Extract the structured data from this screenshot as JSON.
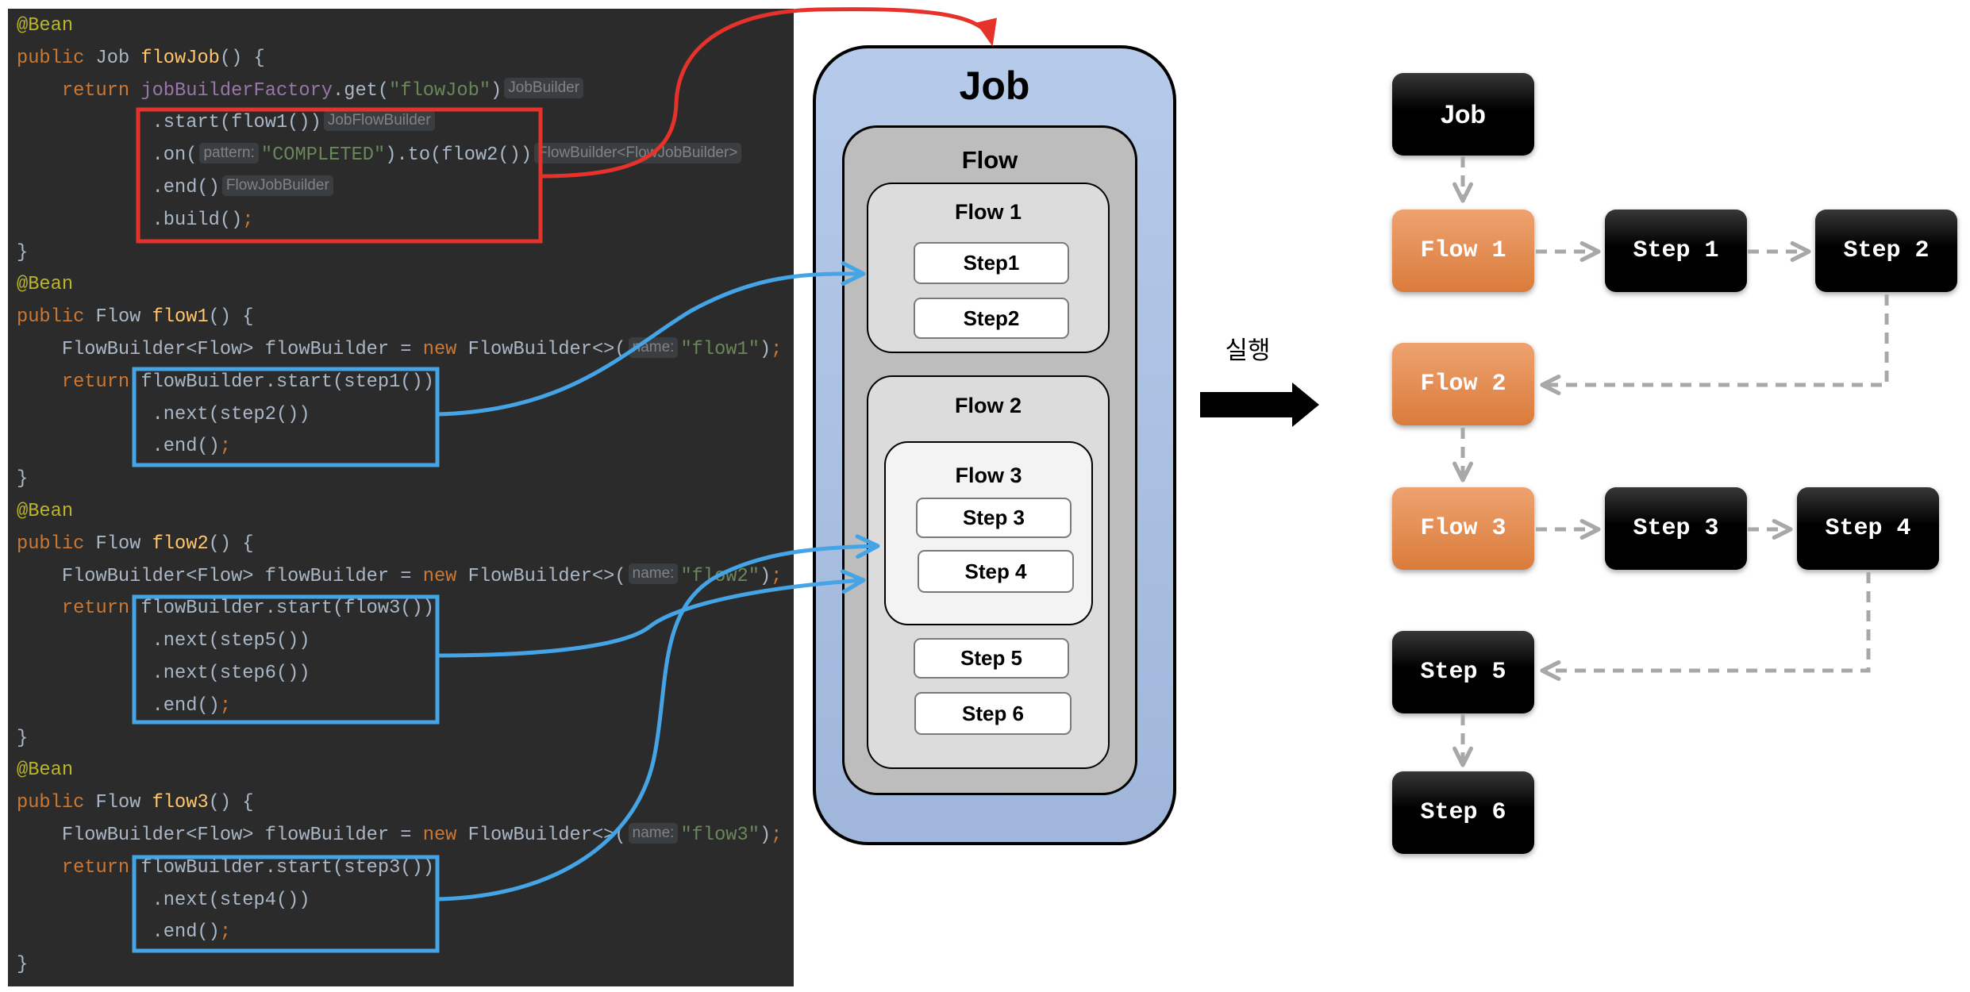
{
  "code": {
    "lines": [
      [
        {
          "t": "@Bean",
          "c": "#bbb529"
        }
      ],
      [
        {
          "t": "public",
          "c": "#cc7832"
        },
        {
          "t": " Job ",
          "c": "#a9b7c6"
        },
        {
          "t": "flowJob",
          "c": "#ffc66d"
        },
        {
          "t": "() {",
          "c": "#a9b7c6"
        }
      ],
      [
        {
          "t": "    ",
          "c": "#a9b7c6"
        },
        {
          "t": "return",
          "c": "#cc7832"
        },
        {
          "t": " ",
          "c": "#a9b7c6"
        },
        {
          "t": "jobBuilderFactory",
          "c": "#9876aa"
        },
        {
          "t": ".get(",
          "c": "#a9b7c6"
        },
        {
          "t": "\"flowJob\"",
          "c": "#6a8759"
        },
        {
          "t": ")",
          "c": "#a9b7c6"
        },
        {
          "t": "JobBuilder",
          "hint": true
        }
      ],
      [
        {
          "t": "            .start(flow1())",
          "c": "#a9b7c6"
        },
        {
          "t": "JobFlowBuilder",
          "hint": true
        }
      ],
      [
        {
          "t": "            .on(",
          "c": "#a9b7c6"
        },
        {
          "t": "pattern:",
          "hint": true
        },
        {
          "t": "\"COMPLETED\"",
          "c": "#6a8759"
        },
        {
          "t": ").to(flow2())",
          "c": "#a9b7c6"
        },
        {
          "t": "FlowBuilder<FlowJobBuilder>",
          "hint": true
        }
      ],
      [
        {
          "t": "            .end()",
          "c": "#a9b7c6"
        },
        {
          "t": "FlowJobBuilder",
          "hint": true
        }
      ],
      [
        {
          "t": "            .build()",
          "c": "#a9b7c6"
        },
        {
          "t": ";",
          "c": "#cc7832"
        }
      ],
      [
        {
          "t": "}",
          "c": "#a9b7c6"
        }
      ],
      [
        {
          "t": "@Bean",
          "c": "#bbb529"
        }
      ],
      [
        {
          "t": "public",
          "c": "#cc7832"
        },
        {
          "t": " Flow ",
          "c": "#a9b7c6"
        },
        {
          "t": "flow1",
          "c": "#ffc66d"
        },
        {
          "t": "() {",
          "c": "#a9b7c6"
        }
      ],
      [
        {
          "t": "    FlowBuilder<Flow> flowBuilder = ",
          "c": "#a9b7c6"
        },
        {
          "t": "new",
          "c": "#cc7832"
        },
        {
          "t": " FlowBuilder<>(",
          "c": "#a9b7c6"
        },
        {
          "t": "name:",
          "hint": true
        },
        {
          "t": "\"flow1\"",
          "c": "#6a8759"
        },
        {
          "t": ")",
          "c": "#a9b7c6"
        },
        {
          "t": ";",
          "c": "#cc7832"
        }
      ],
      [
        {
          "t": "    ",
          "c": "#a9b7c6"
        },
        {
          "t": "return",
          "c": "#cc7832"
        },
        {
          "t": " flowBuilder.start(step1())",
          "c": "#a9b7c6"
        }
      ],
      [
        {
          "t": "            .next(step2())",
          "c": "#a9b7c6"
        }
      ],
      [
        {
          "t": "            .end()",
          "c": "#a9b7c6"
        },
        {
          "t": ";",
          "c": "#cc7832"
        }
      ],
      [
        {
          "t": "}",
          "c": "#a9b7c6"
        }
      ],
      [
        {
          "t": "@Bean",
          "c": "#bbb529"
        }
      ],
      [
        {
          "t": "public",
          "c": "#cc7832"
        },
        {
          "t": " Flow ",
          "c": "#a9b7c6"
        },
        {
          "t": "flow2",
          "c": "#ffc66d"
        },
        {
          "t": "() {",
          "c": "#a9b7c6"
        }
      ],
      [
        {
          "t": "    FlowBuilder<Flow> flowBuilder = ",
          "c": "#a9b7c6"
        },
        {
          "t": "new",
          "c": "#cc7832"
        },
        {
          "t": " FlowBuilder<>(",
          "c": "#a9b7c6"
        },
        {
          "t": "name:",
          "hint": true
        },
        {
          "t": "\"flow2\"",
          "c": "#6a8759"
        },
        {
          "t": ")",
          "c": "#a9b7c6"
        },
        {
          "t": ";",
          "c": "#cc7832"
        }
      ],
      [
        {
          "t": "    ",
          "c": "#a9b7c6"
        },
        {
          "t": "return",
          "c": "#cc7832"
        },
        {
          "t": " flowBuilder.start(flow3())",
          "c": "#a9b7c6"
        }
      ],
      [
        {
          "t": "            .next(step5())",
          "c": "#a9b7c6"
        }
      ],
      [
        {
          "t": "            .next(step6())",
          "c": "#a9b7c6"
        }
      ],
      [
        {
          "t": "            .end()",
          "c": "#a9b7c6"
        },
        {
          "t": ";",
          "c": "#cc7832"
        }
      ],
      [
        {
          "t": "}",
          "c": "#a9b7c6"
        }
      ],
      [
        {
          "t": "@Bean",
          "c": "#bbb529"
        }
      ],
      [
        {
          "t": "public",
          "c": "#cc7832"
        },
        {
          "t": " Flow ",
          "c": "#a9b7c6"
        },
        {
          "t": "flow3",
          "c": "#ffc66d"
        },
        {
          "t": "() {",
          "c": "#a9b7c6"
        }
      ],
      [
        {
          "t": "    FlowBuilder<Flow> flowBuilder = ",
          "c": "#a9b7c6"
        },
        {
          "t": "new",
          "c": "#cc7832"
        },
        {
          "t": " FlowBuilder<>(",
          "c": "#a9b7c6"
        },
        {
          "t": "name:",
          "hint": true
        },
        {
          "t": "\"flow3\"",
          "c": "#6a8759"
        },
        {
          "t": ")",
          "c": "#a9b7c6"
        },
        {
          "t": ";",
          "c": "#cc7832"
        }
      ],
      [
        {
          "t": "    ",
          "c": "#a9b7c6"
        },
        {
          "t": "return",
          "c": "#cc7832"
        },
        {
          "t": " flowBuilder.start(step3())",
          "c": "#a9b7c6"
        }
      ],
      [
        {
          "t": "            .next(step4())",
          "c": "#a9b7c6"
        }
      ],
      [
        {
          "t": "            .end()",
          "c": "#a9b7c6"
        },
        {
          "t": ";",
          "c": "#cc7832"
        }
      ],
      [
        {
          "t": "}",
          "c": "#a9b7c6"
        }
      ]
    ]
  },
  "nested_diagram": {
    "job_label": "Job",
    "flow_label": "Flow",
    "flow1": {
      "label": "Flow 1",
      "steps": [
        "Step1",
        "Step2"
      ]
    },
    "flow2": {
      "label": "Flow 2",
      "flow3": {
        "label": "Flow 3",
        "steps": [
          "Step 3",
          "Step 4"
        ]
      },
      "steps": [
        "Step 5",
        "Step 6"
      ]
    }
  },
  "run_label": "실행",
  "execution_flow": {
    "job": "Job",
    "flow1": "Flow 1",
    "step1": "Step 1",
    "step2": "Step 2",
    "flow2": "Flow 2",
    "flow3": "Flow 3",
    "step3": "Step 3",
    "step4": "Step 4",
    "step5": "Step 5",
    "step6": "Step 6"
  },
  "colors": {
    "code_background": "#2b2b2b",
    "highlight_red": "#e5322b",
    "highlight_blue": "#45a4e6",
    "job_container": "#a8c0e6",
    "flow_container": "#bdbdbd",
    "flow_node": "#e8833f",
    "step_node": "#000000",
    "connector": "#a8a8a8"
  }
}
